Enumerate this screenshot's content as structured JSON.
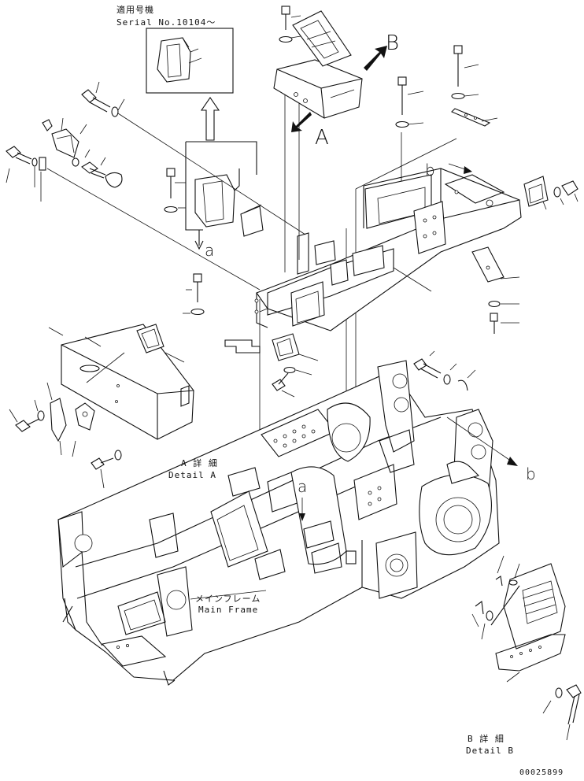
{
  "labels": {
    "serial_jp": "適用号機",
    "serial_en": "Serial No.10104～",
    "letter_A": "A",
    "letter_B": "B",
    "letter_a_top": "a",
    "letter_b_top": "b",
    "letter_b_right": "b",
    "letter_a_mid": "a",
    "detail_a_jp": "A 詳 細",
    "detail_a_en": "Detail A",
    "main_frame_jp": "メインフレーム",
    "main_frame_en": "Main Frame",
    "detail_b_jp": "B 詳 細",
    "detail_b_en": "Detail B",
    "drawing_no": "00025899"
  }
}
